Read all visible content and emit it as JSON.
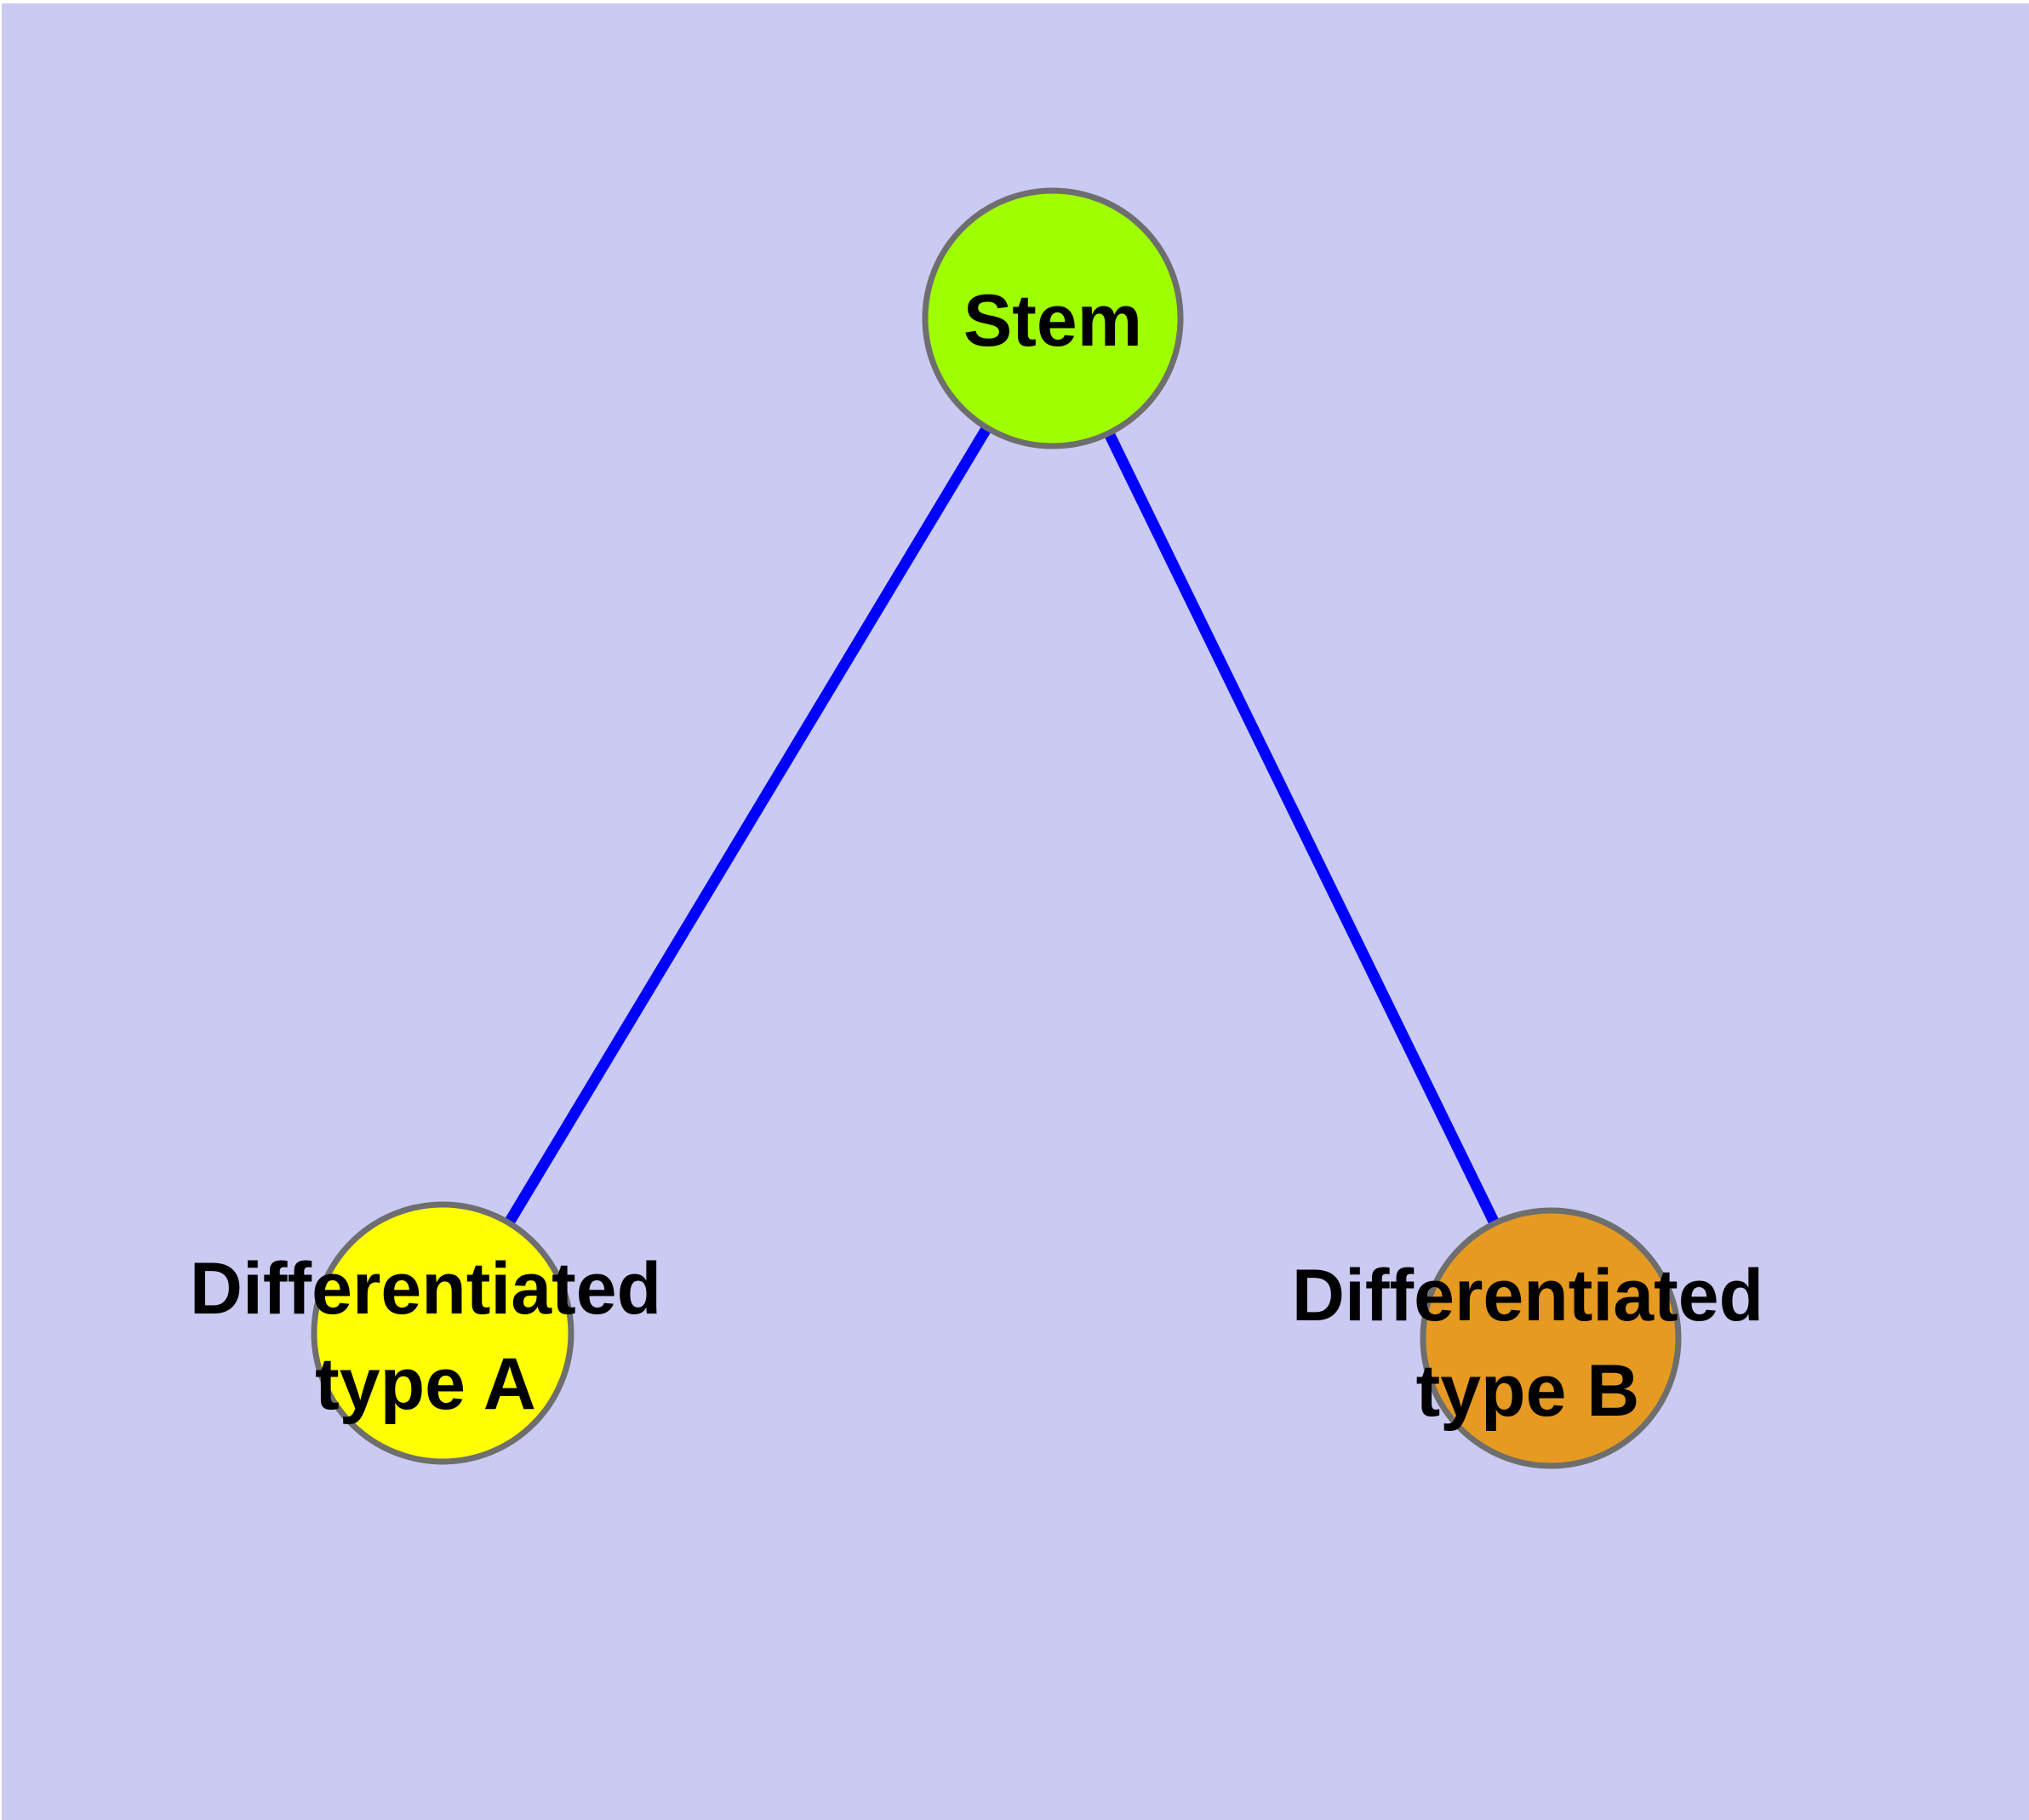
{
  "canvas": {
    "background": "#CACAF2"
  },
  "edges": {
    "color": "#0000FF"
  },
  "text_color": "#000000",
  "nodes": {
    "stem": {
      "label": "Stem",
      "fill": "#9FFE00",
      "stroke": "#6E6E6E"
    },
    "type_a": {
      "label_line1": "Differentiated",
      "label_line2": "type A",
      "fill": "#FFFF00",
      "stroke": "#6E6E6E"
    },
    "type_b": {
      "label_line1": "Differentiated",
      "label_line2": "type B",
      "fill": "#E69A21",
      "stroke": "#6E6E6E"
    }
  }
}
